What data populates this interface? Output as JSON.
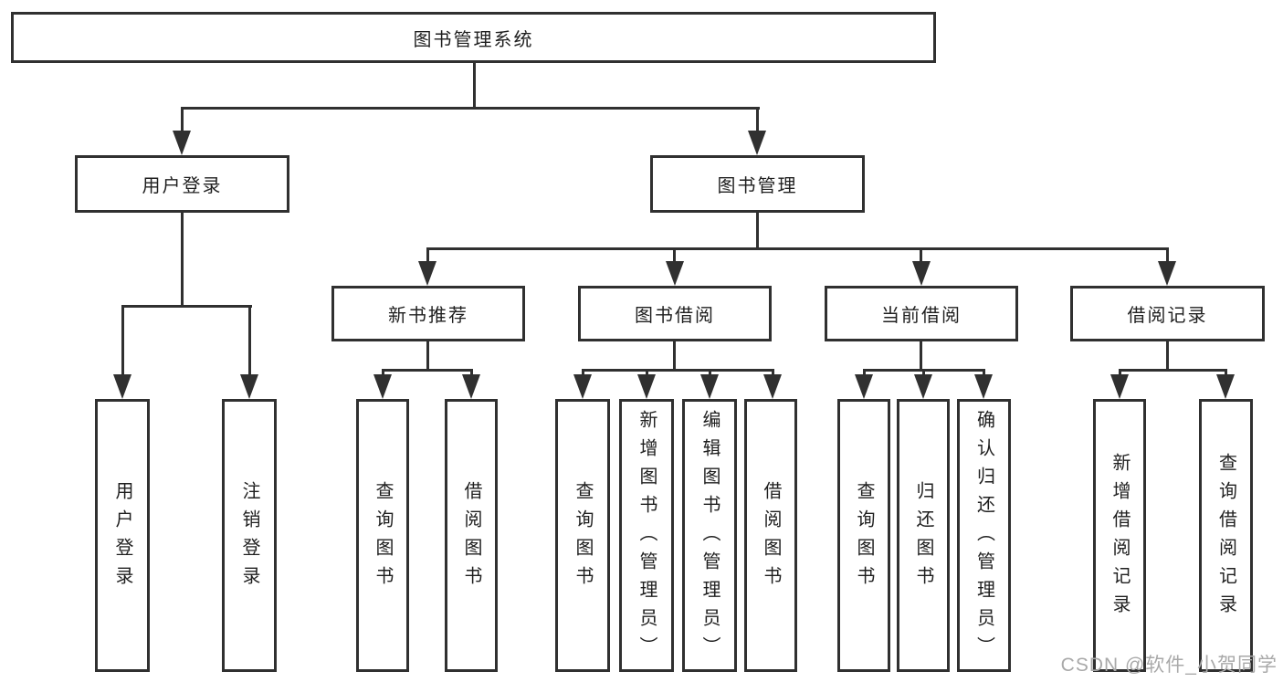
{
  "tree": {
    "root": "图书管理系统",
    "user_login": {
      "label": "用户登录",
      "children": [
        "用户登录",
        "注销登录"
      ]
    },
    "book_management": {
      "label": "图书管理",
      "groups": [
        {
          "label": "新书推荐",
          "children": [
            "查询图书",
            "借阅图书"
          ]
        },
        {
          "label": "图书借阅",
          "children": [
            "查询图书",
            "新增图书（管理员）",
            "编辑图书（管理员）",
            "借阅图书"
          ]
        },
        {
          "label": "当前借阅",
          "children": [
            "查询图书",
            "归还图书",
            "确认归还（管理员）"
          ]
        },
        {
          "label": "借阅记录",
          "children": [
            "新增借阅记录",
            "查询借阅记录"
          ]
        }
      ]
    }
  },
  "watermark": {
    "text": "CSDN @软件_小贺同学"
  },
  "colors": {
    "line": "#303030",
    "text": "#1f1f1f",
    "watermark": "#a9a9a9",
    "background": "#ffffff"
  }
}
